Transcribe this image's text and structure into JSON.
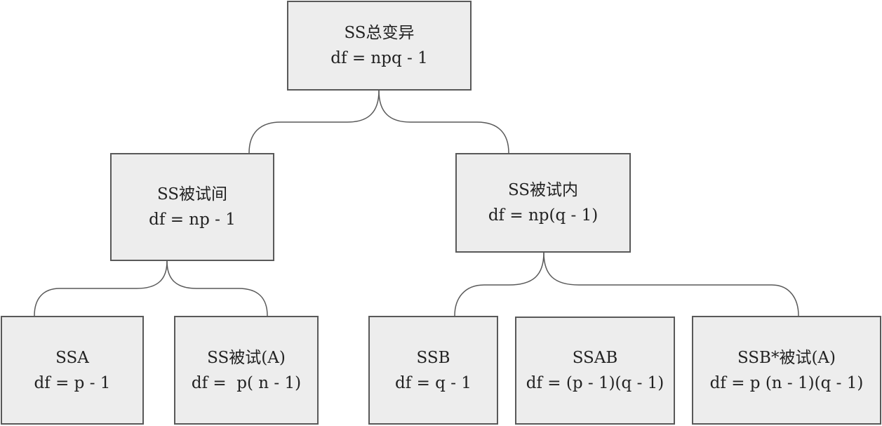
{
  "colors": {
    "node_fill": "#ededed",
    "node_border": "#595959",
    "connector": "#595959",
    "text": "#222222"
  },
  "nodes": {
    "total": {
      "title": "SS总变异",
      "df": "df = npq - 1"
    },
    "between": {
      "title": "SS被试间",
      "df": "df = np - 1"
    },
    "within": {
      "title": "SS被试内",
      "df": "df = np(q - 1)"
    },
    "ssa": {
      "title": "SSA",
      "df": "df = p - 1"
    },
    "subjects_a": {
      "title": "SS被试(A)",
      "df": "df =  p( n - 1)"
    },
    "ssb": {
      "title": "SSB",
      "df": "df = q - 1"
    },
    "ssab": {
      "title": "SSAB",
      "df": "df = (p - 1)(q - 1)"
    },
    "ssb_subjects_a": {
      "title": "SSB*被试(A)",
      "df": "df = p (n - 1)(q - 1)"
    }
  }
}
